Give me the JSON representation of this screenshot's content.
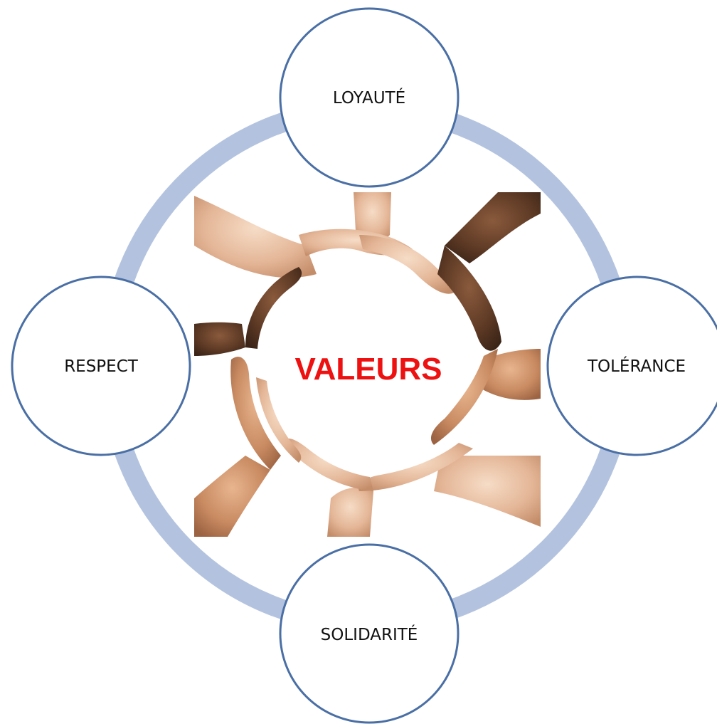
{
  "diagram": {
    "center": {
      "label": "VALEURS",
      "color": "#ee1111"
    },
    "nodes": [
      {
        "id": "top",
        "label": "LOYAUTÉ"
      },
      {
        "id": "right",
        "label": "TOLÉRANCE"
      },
      {
        "id": "bottom",
        "label": "SOLIDARITÉ"
      },
      {
        "id": "left",
        "label": "RESPECT"
      }
    ],
    "colors": {
      "ring": "#b3c3df",
      "node_border": "#4a6fa5",
      "node_fill": "#ffffff"
    },
    "image": {
      "icon": "hands-circle-photo"
    }
  }
}
